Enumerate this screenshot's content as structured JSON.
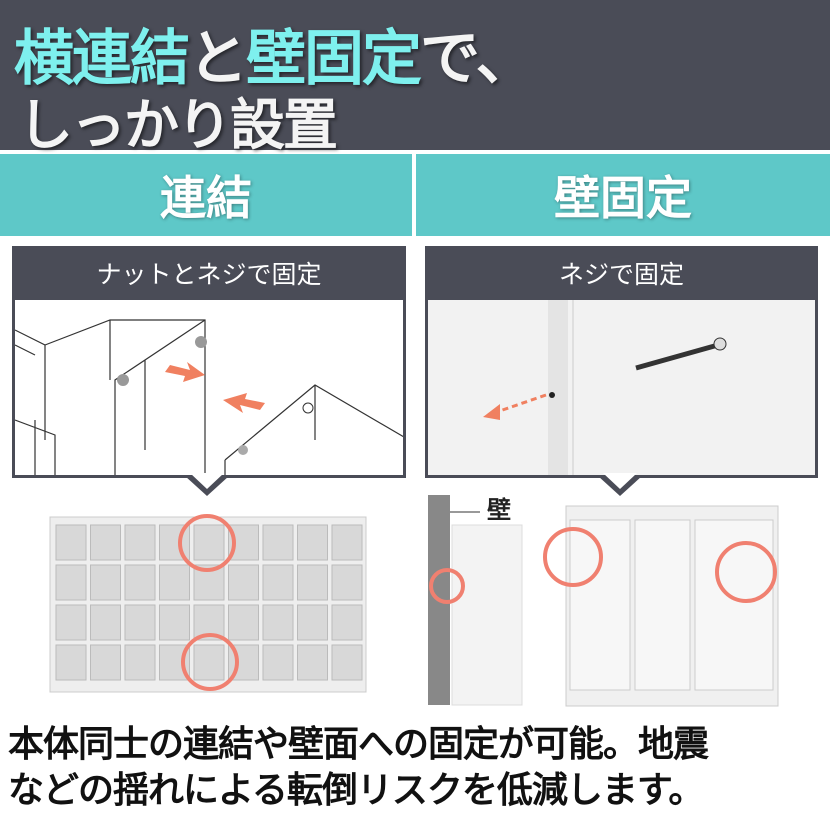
{
  "header": {
    "title_part1": "横連結",
    "title_part2": "と",
    "title_part3": "壁固定",
    "title_part4": "で、",
    "title_line2": "しっかり設置"
  },
  "sections": [
    {
      "heading": "連結",
      "label": "ナットとネジで固定"
    },
    {
      "heading": "壁固定",
      "label": "ネジで固定",
      "wall_label": "壁"
    }
  ],
  "description": {
    "line1": "本体同士の連結や壁面への固定が可能。地震",
    "line2": "などの揺れによる転倒リスクを低減します。"
  },
  "colors": {
    "dark": "#4a4c57",
    "teal": "#5ec8c8",
    "highlight": "#7ef0ee",
    "marker": "#f08070"
  }
}
